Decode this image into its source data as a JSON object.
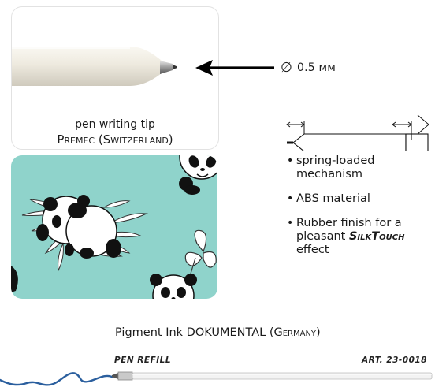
{
  "tip_card": {
    "caption_line1": "pen writing tip",
    "caption_line2": "Premec (Switzerland)"
  },
  "tip": {
    "diameter_symbol": "∅",
    "diameter_value": "0.5 мм"
  },
  "features": [
    "spring-loaded mechanism",
    "ABS material",
    "Rubber finish for a pleasant "
  ],
  "feature_brand": "SilkTouch",
  "feature_suffix": " effect",
  "ink": {
    "prefix": "Pigment Ink DOKUMENTAL ",
    "origin": "(Germany)"
  },
  "refill": {
    "label": "PEN REFILL",
    "article": "ART. 23-0018"
  },
  "colors": {
    "panda_background": "#8fd3cb",
    "ink_scribble": "#2b5f9e",
    "pen_body": "#f0ede4"
  },
  "icons": [
    "arrow-left-icon",
    "panda-illustration",
    "butterfly-illustration",
    "pen-mechanism-icon"
  ]
}
